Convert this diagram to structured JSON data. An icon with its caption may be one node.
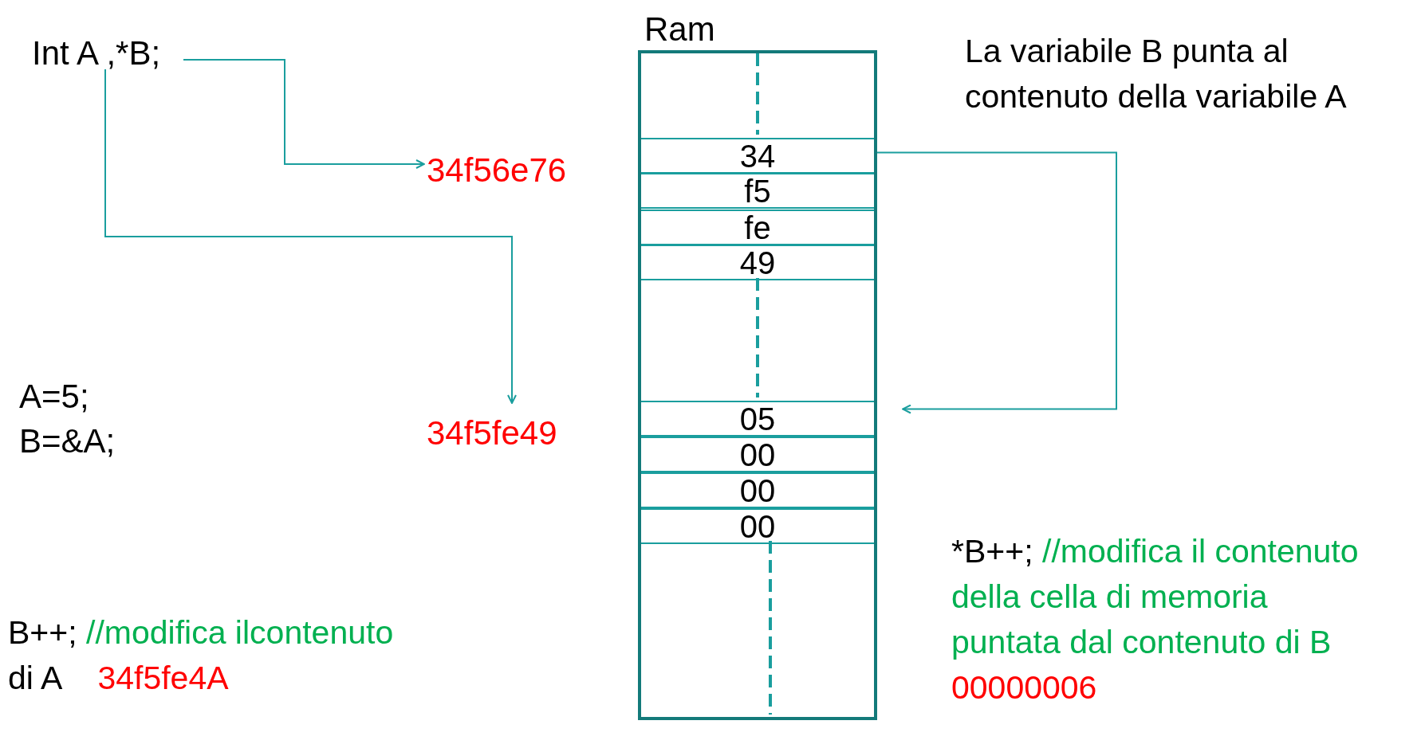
{
  "diagram": {
    "nodes": [
      {
        "text": [
          "Int A ,*B;"
        ]
      },
      {
        "text": [
          "34f56e76"
        ]
      },
      {
        "text": [
          "34f5fe49"
        ]
      },
      {
        "text": [
          "A=5; B=&A;"
        ]
      },
      {
        "text": [
          "Ram"
        ]
      },
      {
        "text": [
          "34"
        ],
        "in": 4
      },
      {
        "text": [
          "f5"
        ],
        "in": 4
      },
      {
        "text": [
          "fe"
        ],
        "in": 4
      },
      {
        "text": [
          "49"
        ],
        "in": 4
      },
      {
        "text": [
          "05"
        ],
        "in": 4
      },
      {
        "text": [
          "00"
        ],
        "in": 4
      },
      {
        "text": [
          "00"
        ],
        "in": 4
      },
      {
        "text": [
          "00"
        ],
        "in": 4
      }
    ],
    "edges": [
      {
        "from": 0,
        "to": 1,
        "arrow": "to"
      },
      {
        "from": 0,
        "to": 2,
        "arrow": "to"
      },
      {
        "from": 5,
        "to": 9,
        "arrow": "to"
      }
    ],
    "labels": [
      "La variabile B punta al contenuto della variabile A",
      "*B++;",
      "//modifica il contenuto della cella di memoria puntata dal contenuto di B",
      "00000006",
      "B++;",
      "//modifica ilcontenuto",
      "di A",
      "34f5fe4A"
    ]
  }
}
